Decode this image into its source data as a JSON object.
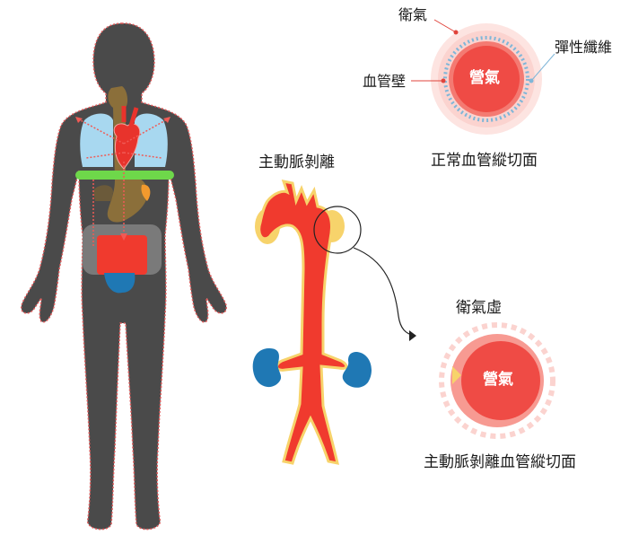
{
  "labels": {
    "weiqi_top": "衛氣",
    "elastic_fiber": "彈性纖維",
    "vessel_wall": "血管壁",
    "yingqi_top": "營氣",
    "normal_section": "正常血管縱切面",
    "aortic_dissection": "主動脈剝離",
    "weiqi_deficient": "衛氣虛",
    "yingqi_bottom": "營氣",
    "dissection_section": "主動脈剝離血管縱切面"
  },
  "colors": {
    "body": "#4a4a4a",
    "body_outline": "#e05a5a",
    "lung": "#a8d8f0",
    "artery": "#f03a2e",
    "artery_edge": "#f7d36b",
    "kidney": "#1f78b4",
    "vessel_ring": "#fbd3cf",
    "vessel_core": "#ef4b45",
    "diaphragm": "#6ed84a",
    "stomach": "#8b6f3a"
  }
}
